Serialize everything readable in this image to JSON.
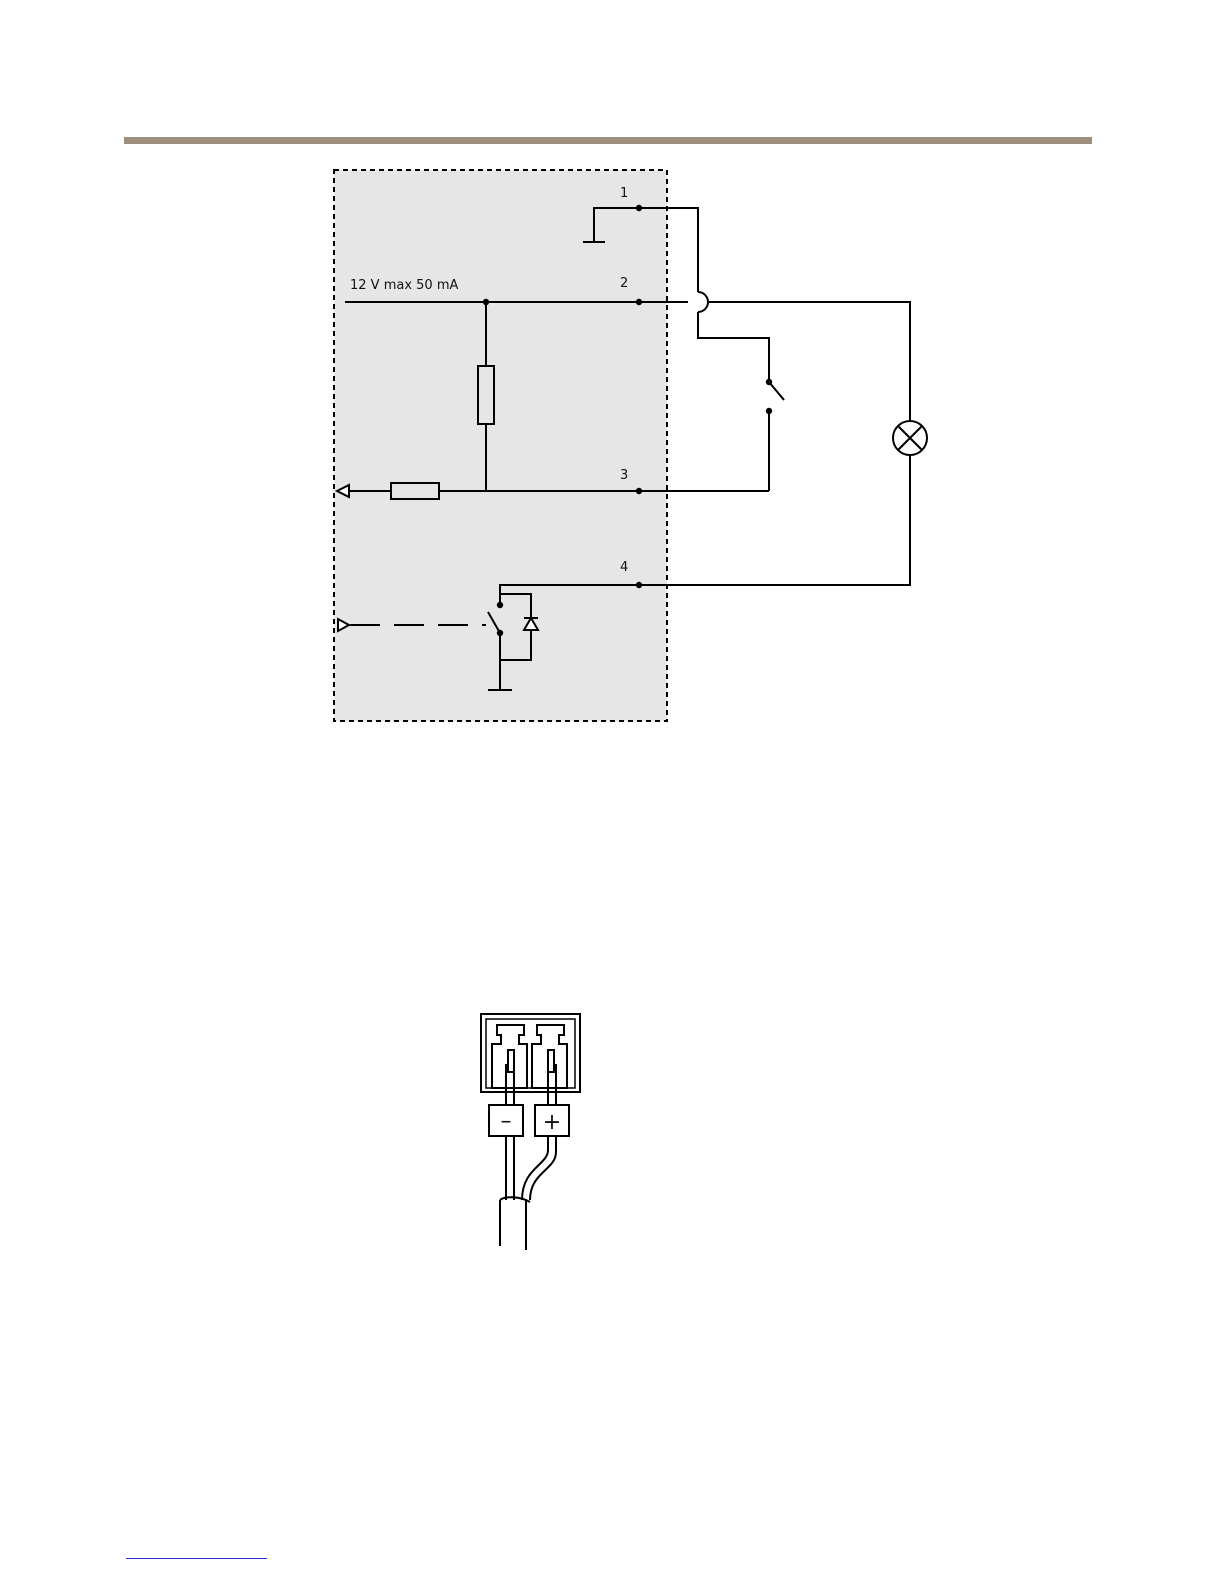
{
  "colors": {
    "header_rule": "#9E8E7E",
    "device_box_fill": "#E6E6E6",
    "line": "#000000",
    "footer_link": "#2B2BD9"
  },
  "schematic": {
    "supply_label": "12 V max 50 mA",
    "pins": [
      {
        "label": "1"
      },
      {
        "label": "2"
      },
      {
        "label": "3"
      },
      {
        "label": "4"
      }
    ],
    "icons": [
      "ground-icon",
      "resistor-icon",
      "switch-icon",
      "lamp-icon",
      "diode-icon",
      "arrow-icon"
    ]
  },
  "connector": {
    "minus_label": "–",
    "plus_label": "+"
  }
}
